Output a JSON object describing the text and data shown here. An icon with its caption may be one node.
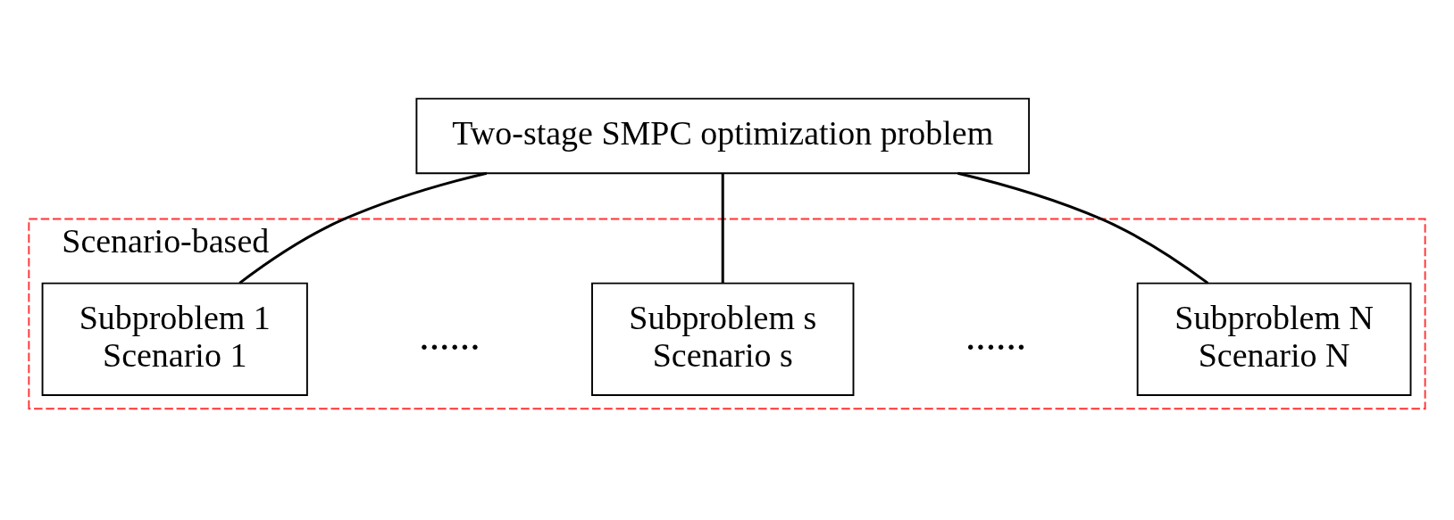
{
  "diagram": {
    "nodes": [
      {
        "text": [
          "Two-stage SMPC optimization problem"
        ]
      },
      {
        "text": [
          "Scenario-based"
        ]
      },
      {
        "text": [
          "Subproblem 1",
          "Scenario 1"
        ],
        "in": 1
      },
      {
        "text": [
          "Subproblem s",
          "Scenario s"
        ],
        "in": 1
      },
      {
        "text": [
          "Subproblem N",
          "Scenario N"
        ],
        "in": 1
      }
    ],
    "edges": [
      {
        "from": 0,
        "to": 2,
        "arrow": "none"
      },
      {
        "from": 0,
        "to": 3,
        "arrow": "none"
      },
      {
        "from": 0,
        "to": 4,
        "arrow": "none"
      }
    ],
    "labels": [
      "......",
      "......"
    ]
  }
}
